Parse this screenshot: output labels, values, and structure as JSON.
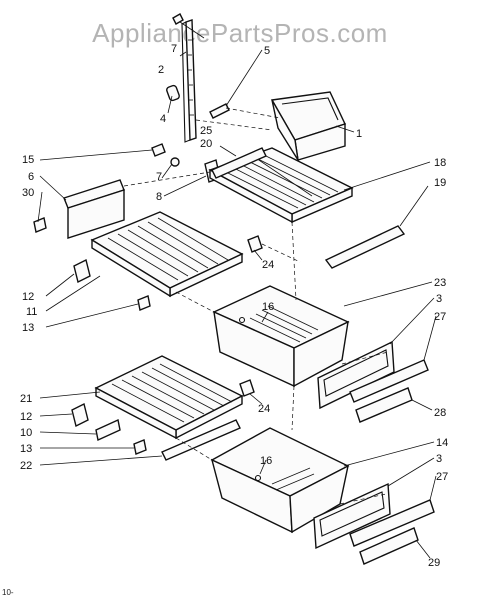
{
  "watermark": "AppliancePartsPros.com",
  "corner_text": "10-",
  "callouts": {
    "c1": "1",
    "c2": "2",
    "c3a": "3",
    "c3b": "3",
    "c4": "4",
    "c5": "5",
    "c6": "6",
    "c7a": "7",
    "c7b": "7",
    "c8": "8",
    "c10": "10",
    "c11": "11",
    "c12a": "12",
    "c12b": "12",
    "c13a": "13",
    "c13b": "13",
    "c14": "14",
    "c15": "15",
    "c16a": "16",
    "c16b": "16",
    "c18": "18",
    "c19": "19",
    "c20": "20",
    "c21": "21",
    "c22": "22",
    "c23": "23",
    "c24a": "24",
    "c24b": "24",
    "c25": "25",
    "c27a": "27",
    "c27b": "27",
    "c28": "28",
    "c29": "29",
    "c30": "30"
  }
}
